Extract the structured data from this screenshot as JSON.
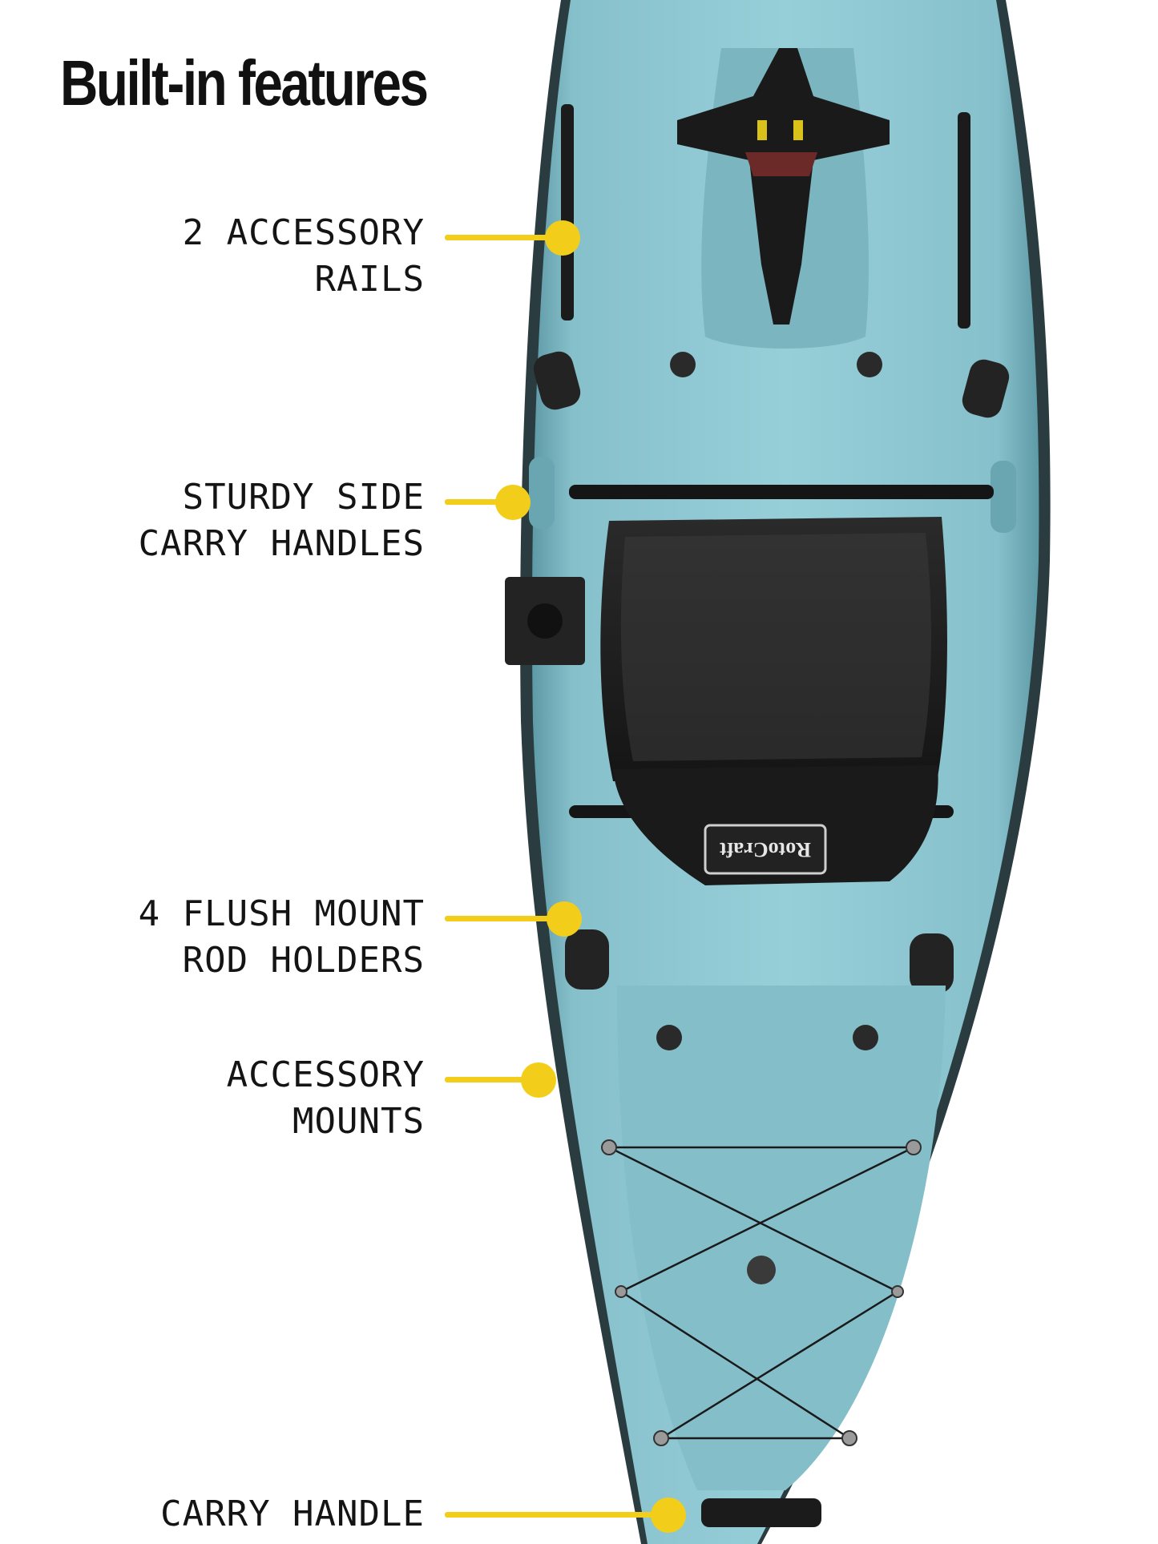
{
  "title": "Built-in features",
  "colors": {
    "accent_yellow": "#F2CE1B",
    "hull_blue": "#8CC6D0",
    "hull_shadow": "#6FAFBC",
    "text": "#141414",
    "seat_black": "#1c1c1c"
  },
  "callouts": [
    {
      "line1": "2 ACCESSORY",
      "line2": "RAILS"
    },
    {
      "line1": "STURDY SIDE",
      "line2": "CARRY HANDLES"
    },
    {
      "line1": "4 FLUSH MOUNT",
      "line2": "ROD HOLDERS"
    },
    {
      "line1": "ACCESSORY",
      "line2": "MOUNTS"
    },
    {
      "line1": "CARRY HANDLE",
      "line2": ""
    }
  ],
  "seat_brand": "RotoCraft"
}
